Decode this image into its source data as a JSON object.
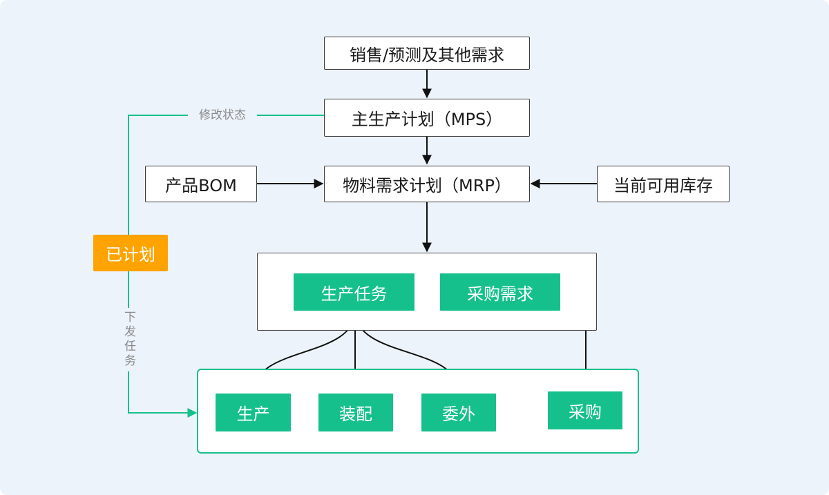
{
  "nodes": {
    "sales": "销售/预测及其他需求",
    "mps": "主生产计划（MPS）",
    "bom": "产品BOM",
    "mrp": "物料需求计划（MRP）",
    "stock": "当前可用库存",
    "planned": "已计划",
    "prod_task": "生产任务",
    "purchase_req": "采购需求",
    "produce": "生产",
    "assemble": "装配",
    "outsource": "委外",
    "purchase": "采购"
  },
  "labels": {
    "modify_status": "修改状态",
    "issue_task": "下发任务"
  },
  "colors": {
    "green": "#16c08c",
    "orange": "#ffa300",
    "background": "#edf3fb",
    "arrow": "#111111"
  }
}
